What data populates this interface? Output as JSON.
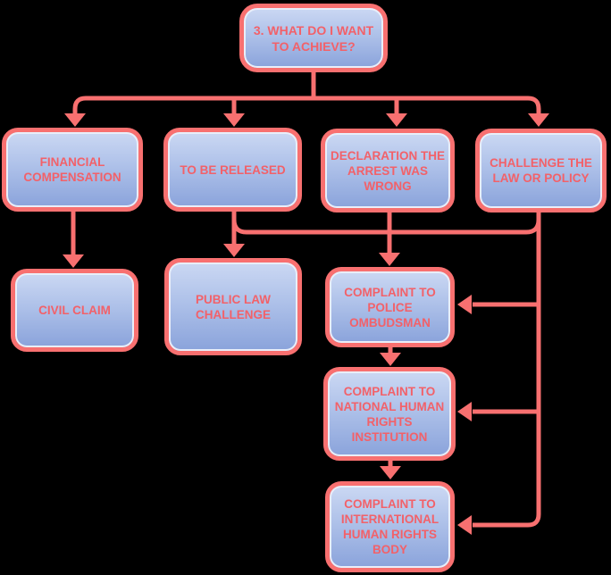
{
  "diagram": {
    "title": "3. WHAT DO I WANT TO ACHIEVE?",
    "colors": {
      "background": "#000000",
      "line": "#F87070",
      "text": "#F26169",
      "fill_top": "#CBD8F3",
      "fill_mid": "#AEC1E9",
      "fill_bottom": "#8AA3DB",
      "inner_rim": "#E9EEF9"
    },
    "nodes": {
      "achieve": {
        "label": "3. WHAT DO I WANT\nTO ACHIEVE?"
      },
      "financial": {
        "label": "FINANCIAL\nCOMPENSATION"
      },
      "released": {
        "label": "TO BE RELEASED"
      },
      "declaration": {
        "label": "DECLARATION THE\nARREST WAS\nWRONG"
      },
      "challenge": {
        "label": "CHALLENGE THE\nLAW OR POLICY"
      },
      "civil": {
        "label": "CIVIL CLAIM"
      },
      "publiclaw": {
        "label": "PUBLIC LAW\nCHALLENGE"
      },
      "ombudsman": {
        "label": "COMPLAINT TO\nPOLICE\nOMBUDSMAN"
      },
      "national": {
        "label": "COMPLAINT TO\nNATIONAL HUMAN\nRIGHTS\nINSTITUTION"
      },
      "international": {
        "label": "COMPLAINT TO\nINTERNATIONAL\nHUMAN RIGHTS\nBODY"
      }
    },
    "edges": [
      {
        "from": "achieve",
        "to": "financial"
      },
      {
        "from": "achieve",
        "to": "released"
      },
      {
        "from": "achieve",
        "to": "declaration"
      },
      {
        "from": "achieve",
        "to": "challenge"
      },
      {
        "from": "financial",
        "to": "civil"
      },
      {
        "from": "released",
        "to": "publiclaw"
      },
      {
        "from": "challenge",
        "to": "publiclaw"
      },
      {
        "from": "declaration",
        "to": "ombudsman"
      },
      {
        "from": "challenge",
        "to": "ombudsman"
      },
      {
        "from": "ombudsman",
        "to": "national"
      },
      {
        "from": "challenge",
        "to": "national"
      },
      {
        "from": "national",
        "to": "international"
      },
      {
        "from": "challenge",
        "to": "international"
      }
    ]
  }
}
